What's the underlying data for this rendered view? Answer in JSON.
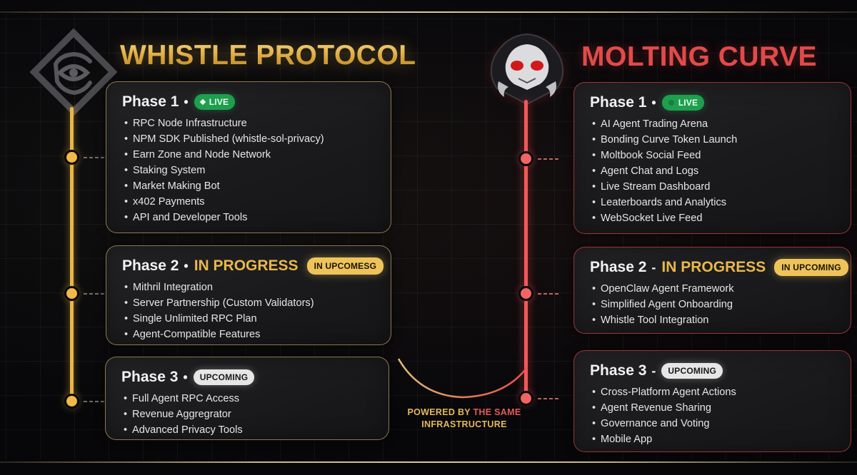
{
  "left": {
    "title": "WHISTLE PROTOCOL",
    "logo_icon": "eye-shield-diamond-icon",
    "accent": "#e9b648",
    "phases": [
      {
        "label": "Phase 1",
        "separator": "•",
        "badge": "LIVE",
        "badge_type": "live",
        "items": [
          "RPC Node Infrastructure",
          "NPM SDK Published (whistle-sol-privacy)",
          "Earn Zone and Node Network",
          "Staking System",
          "Market Making Bot",
          "x402 Payments",
          "API and Developer Tools"
        ]
      },
      {
        "label": "Phase 2",
        "separator": "•",
        "status": "IN PROGRESS",
        "badge": "IN UPCOMESG",
        "badge_type": "progress",
        "items": [
          "Mithril Integration",
          "Server Partnership (Custom Validators)",
          "Single Unlimited RPC Plan",
          "Agent-Compatible Features"
        ]
      },
      {
        "label": "Phase 3",
        "separator": "•",
        "badge": "UPCOMING",
        "badge_type": "upcoming",
        "items": [
          "Full Agent RPC Access",
          "Revenue Aggregrator",
          "Advanced Privacy Tools"
        ]
      }
    ]
  },
  "right": {
    "title": "MOLTING CURVE",
    "logo_icon": "hooded-crab-mascot-icon",
    "accent": "#f05a5a",
    "phases": [
      {
        "label": "Phase 1",
        "separator": "•",
        "badge": "LIVE",
        "badge_type": "live",
        "items": [
          "AI Agent Trading Arena",
          "Bonding Curve Token Launch",
          "Moltbook Social Feed",
          "Agent Chat and Logs",
          "Live Stream Dashboard",
          "Leaterboards and Analytics",
          "WebSocket Live Feed"
        ]
      },
      {
        "label": "Phase 2",
        "separator": "-",
        "status": "IN PROGRESS",
        "badge": "IN UPCOMING",
        "badge_type": "progress",
        "items": [
          "OpenClaw Agent Framework",
          "Simplified Agent Onboarding",
          "Whistle Tool Integration"
        ]
      },
      {
        "label": "Phase 3",
        "separator": "-",
        "badge": "UPCOMING",
        "badge_type": "upcoming",
        "items": [
          "Cross-Platform Agent Actions",
          "Agent Revenue Sharing",
          "Governance and Voting",
          "Mobile App"
        ]
      }
    ]
  },
  "bridge": {
    "icon": "suspension-bridge-icon",
    "line1_part1": "POWERED BY",
    "line1_part2": "THE SAME",
    "line2": "INFRASTRUCTURE"
  },
  "colors": {
    "gold": "#e9b648",
    "red": "#f05a5a",
    "live_green": "#1f9f4e",
    "progress_yellow": "#eec45a",
    "upcoming_gray": "#e6e6e6",
    "background": "#07070a"
  }
}
